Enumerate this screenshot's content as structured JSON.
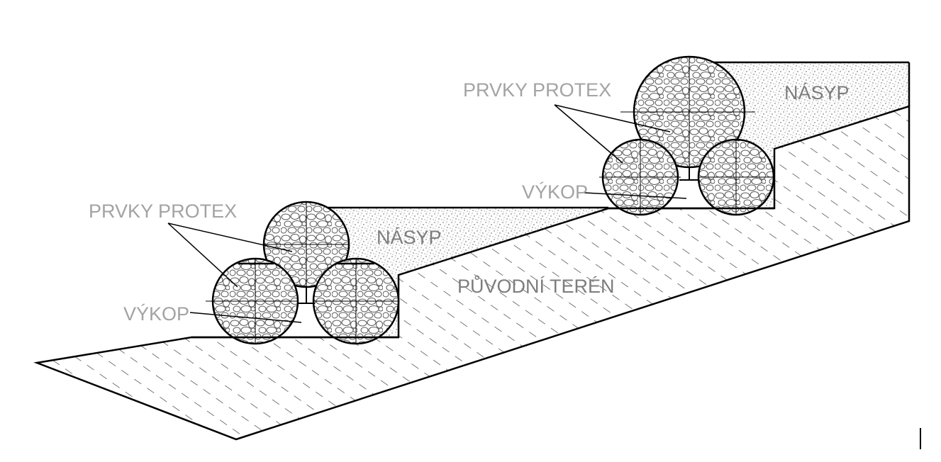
{
  "labels": {
    "upper_elements": "PRVKY PROTEX",
    "upper_fill": "NÁSYP",
    "upper_excavation": "VÝKOP",
    "lower_elements": "PRVKY PROTEX",
    "lower_fill": "NÁSYP",
    "lower_excavation": "VÝKOP",
    "original_terrain": "PŮVODNÍ TERÉN"
  },
  "colors": {
    "outline": "#000000",
    "label_text": "#a3a3a3",
    "label_text_dark": "#7d7d7d",
    "background": "#ffffff"
  },
  "icons": {
    "text_cursor": "text-cursor-icon"
  }
}
